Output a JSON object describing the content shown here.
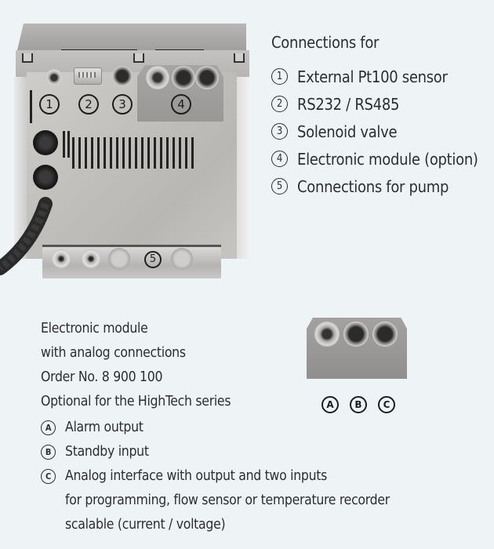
{
  "device_labels": [
    "1",
    "2",
    "3",
    "4",
    "5"
  ],
  "connections": {
    "title": "Connections for",
    "items": [
      {
        "marker": "1",
        "label": "External Pt100 sensor"
      },
      {
        "marker": "2",
        "label": "RS232 / RS485"
      },
      {
        "marker": "3",
        "label": "Solenoid valve"
      },
      {
        "marker": "4",
        "label": "Electronic module (option)"
      },
      {
        "marker": "5",
        "label": "Connections for pump"
      }
    ]
  },
  "module": {
    "description": [
      "Electronic module",
      "with analog connections",
      "Order No. 8 900 100",
      "Optional for the HighTech series"
    ],
    "photo_labels": [
      "A",
      "B",
      "C"
    ],
    "items": [
      {
        "marker": "A",
        "lines": [
          "Alarm output"
        ]
      },
      {
        "marker": "B",
        "lines": [
          "Standby input"
        ]
      },
      {
        "marker": "C",
        "lines": [
          "Analog interface with output and two inputs",
          "for programming, flow sensor or temperature recorder",
          "scalable (current / voltage)"
        ]
      }
    ]
  },
  "colors": {
    "background": "#eef3f6",
    "text": "#2e2e2e"
  }
}
